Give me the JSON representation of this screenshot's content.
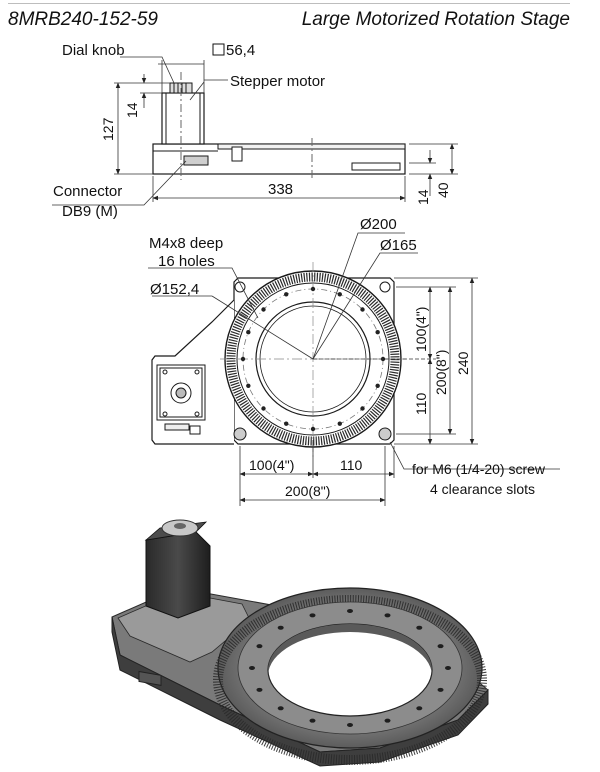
{
  "header": {
    "model": "8MRB240-152-59",
    "title": "Large Motorized Rotation Stage"
  },
  "side_view": {
    "dial_knob": "Dial knob",
    "motor_square": "56,4",
    "stepper_motor": "Stepper motor",
    "dim_14_top": "14",
    "dim_127": "127",
    "connector": "Connector",
    "connector_type": "DB9 (M)",
    "dim_338": "338",
    "dim_14_bottom": "14",
    "dim_40": "40"
  },
  "top_view": {
    "holes_label_1": "M4x8 deep",
    "holes_label_2": "16 holes",
    "dia_152": "Ø152,4",
    "dia_200": "Ø200",
    "dia_165": "Ø165",
    "dim_100_v": "100(4\")",
    "dim_200_v": "200(8\")",
    "dim_240": "240",
    "dim_110_v": "110",
    "dim_100_h": "100(4\")",
    "dim_110_h": "110",
    "dim_200_h": "200(8\")",
    "slots_1": "for M6 (1/4-20) screw",
    "slots_2": "4 clearance slots"
  },
  "colors": {
    "line": "#1a1a1a",
    "dim": "#333333",
    "metal_dark": "#3a3a3a",
    "metal_mid": "#6e6e6e",
    "metal_light": "#a8a8a8"
  }
}
